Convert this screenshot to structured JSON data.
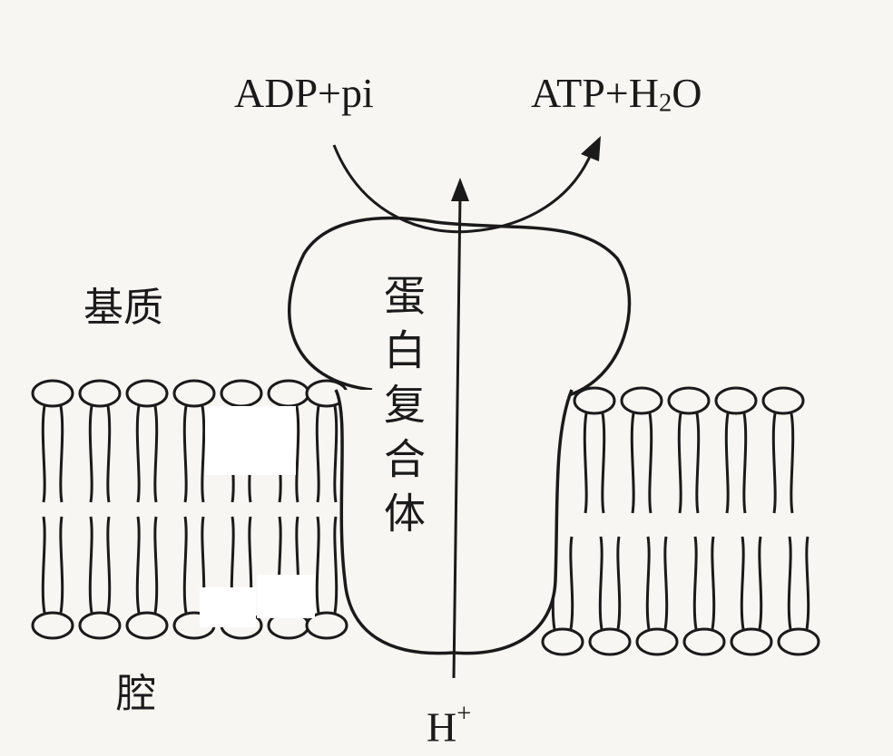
{
  "reaction": {
    "left_parts": [
      "ADP+pi"
    ],
    "right_parts": [
      "ATP+H",
      "2",
      "O"
    ]
  },
  "regions": {
    "matrix": "基质",
    "lumen": "腔"
  },
  "complex_label": "蛋白复合体",
  "ion": {
    "base": "H",
    "charge": "+"
  },
  "colors": {
    "ink": "#1a1a1a",
    "paper": "#f7f6f2"
  }
}
